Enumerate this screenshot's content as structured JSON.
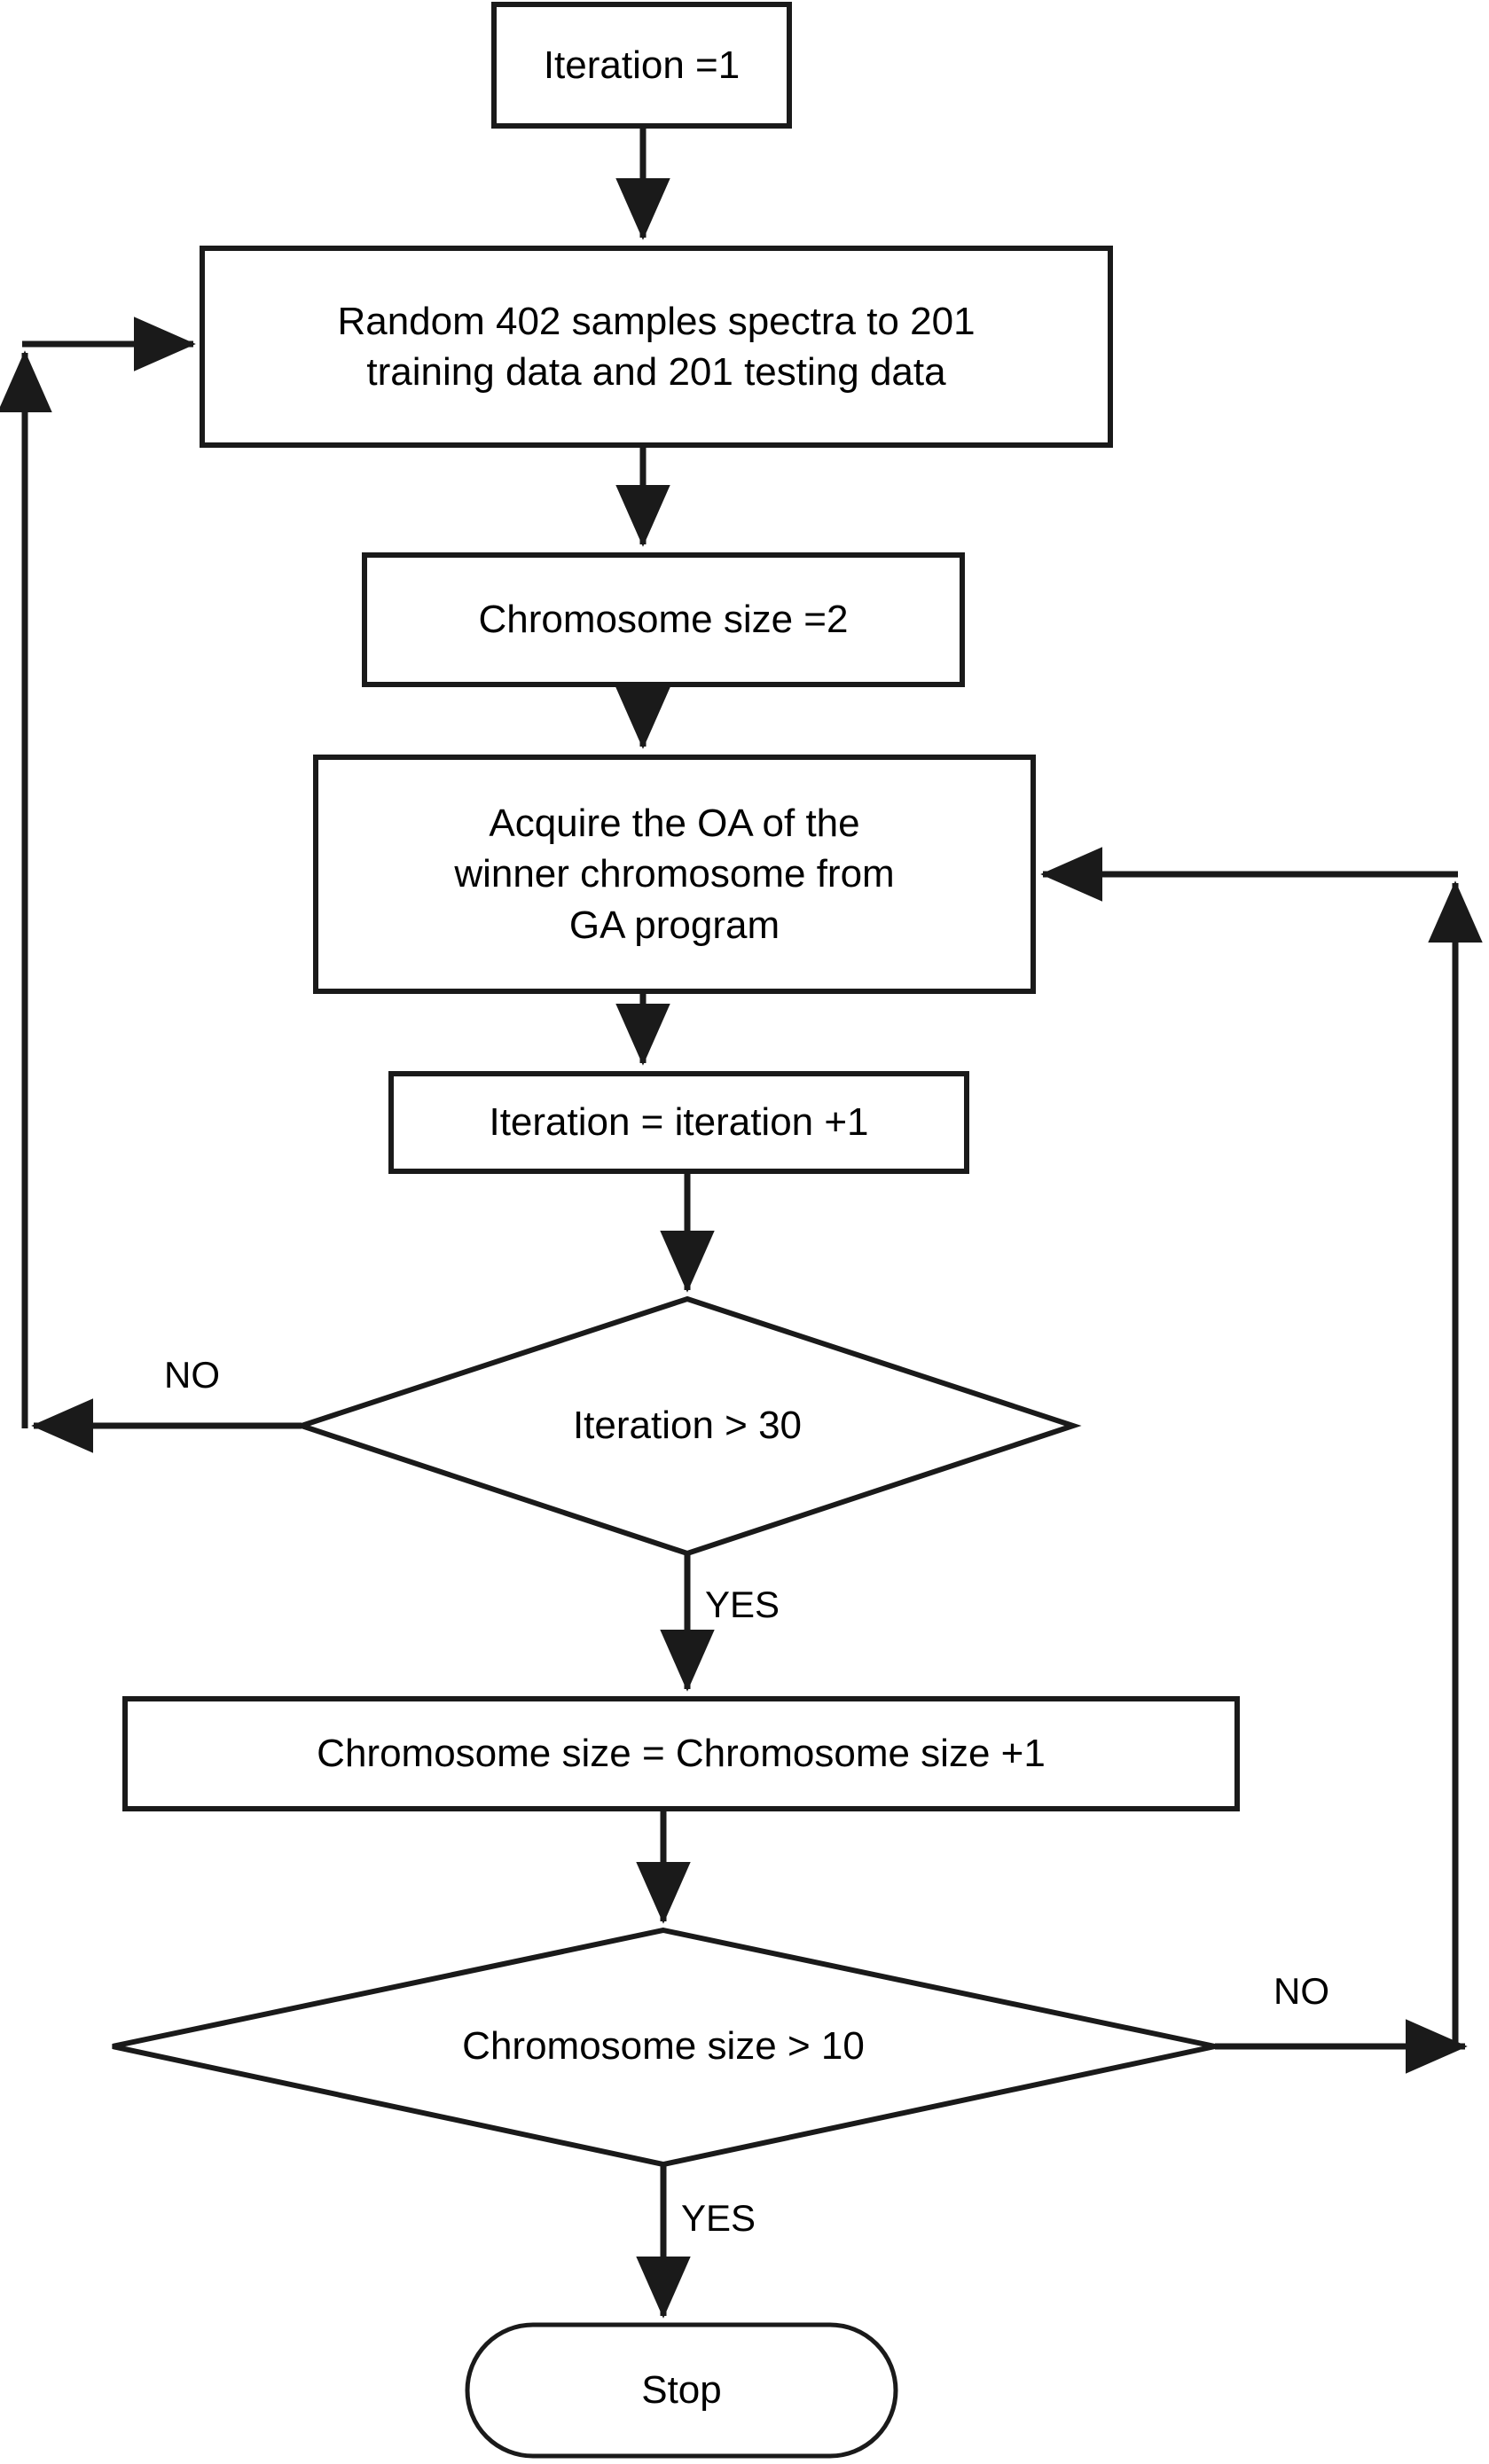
{
  "diagram": {
    "title": "Genetic algorithm chromosome size optimization flowchart",
    "background_color": "#ffffff",
    "line_color": "#1a1a1a",
    "text_color": "#000000"
  },
  "nodes": {
    "start_iteration": {
      "label": "Iteration =1",
      "shape": "process"
    },
    "random_split": {
      "label": "Random 402 samples spectra to 201\ntraining data and 201 testing data",
      "shape": "process"
    },
    "chromosome_init": {
      "label": "Chromosome size =2",
      "shape": "process"
    },
    "acquire_oa": {
      "label": "Acquire the OA of the\nwinner chromosome from\nGA program",
      "shape": "process"
    },
    "iteration_increment": {
      "label": "Iteration = iteration +1",
      "shape": "process"
    },
    "iteration_check": {
      "label": "Iteration > 30",
      "shape": "decision"
    },
    "chromosome_increment": {
      "label": "Chromosome size = Chromosome size +1",
      "shape": "process"
    },
    "chromosome_check": {
      "label": "Chromosome size > 10",
      "shape": "decision"
    },
    "stop": {
      "label": "Stop",
      "shape": "terminator"
    }
  },
  "edge_labels": {
    "iteration_no": "NO",
    "iteration_yes": "YES",
    "chromosome_no": "NO",
    "chromosome_yes": "YES"
  }
}
